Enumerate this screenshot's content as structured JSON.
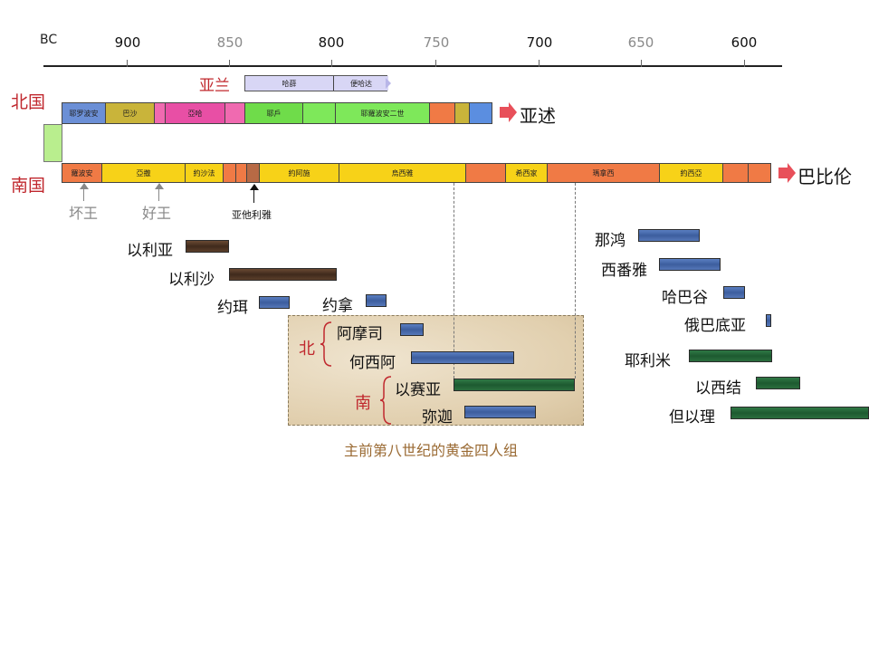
{
  "axis": {
    "era": "BC",
    "ticks": [
      {
        "label": "900",
        "color": "#111111"
      },
      {
        "label": "850",
        "color": "#8a8a8a"
      },
      {
        "label": "800",
        "color": "#111111"
      },
      {
        "label": "750",
        "color": "#8a8a8a"
      },
      {
        "label": "700",
        "color": "#111111"
      },
      {
        "label": "650",
        "color": "#8a8a8a"
      },
      {
        "label": "600",
        "color": "#111111"
      }
    ]
  },
  "aram": {
    "label": "亚兰",
    "kings": [
      "哈薛",
      "便哈达"
    ]
  },
  "north": {
    "label": "北国",
    "kings": [
      "耶罗波安",
      "巴沙",
      "亞哈",
      "耶戶",
      "耶羅波安二世"
    ],
    "destination": "亚述"
  },
  "south": {
    "label": "南国",
    "kings": [
      "羅波安",
      "亞撒",
      "約沙法",
      "約阿施",
      "烏西雅",
      "希西家",
      "瑪拿西",
      "約西亞"
    ],
    "destination": "巴比伦"
  },
  "annotations": {
    "bad_king": "坏王",
    "good_king": "好王",
    "athaliah": "亚他利雅"
  },
  "prophets": [
    {
      "name": "以利亚",
      "color": "brown"
    },
    {
      "name": "以利沙",
      "color": "brown"
    },
    {
      "name": "约珥",
      "color": "blue"
    },
    {
      "name": "约拿",
      "color": "blue"
    },
    {
      "name": "阿摩司",
      "color": "blue"
    },
    {
      "name": "何西阿",
      "color": "blue"
    },
    {
      "name": "以赛亚",
      "color": "green"
    },
    {
      "name": "弥迦",
      "color": "blue"
    },
    {
      "name": "那鸿",
      "color": "blue"
    },
    {
      "name": "西番雅",
      "color": "blue"
    },
    {
      "name": "哈巴谷",
      "color": "blue"
    },
    {
      "name": "俄巴底亚",
      "color": "blue"
    },
    {
      "name": "耶利米",
      "color": "green"
    },
    {
      "name": "以西结",
      "color": "green"
    },
    {
      "name": "但以理",
      "color": "green"
    }
  ],
  "group": {
    "north_label": "北",
    "south_label": "南",
    "caption": "主前第八世纪的黄金四人组"
  },
  "colors": {
    "accent_red": "#c0282e",
    "caption_brown": "#9a6a33"
  }
}
